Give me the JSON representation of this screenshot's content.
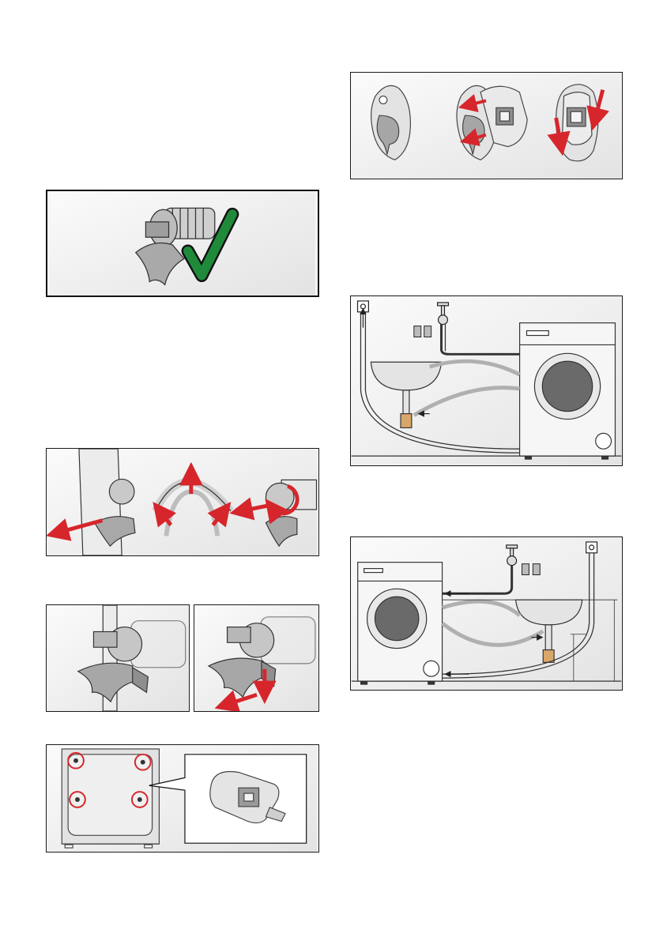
{
  "page": {
    "description_figures": [
      "filter-accepted",
      "drain-pump-removal",
      "filter-cover-open",
      "transport-bolt-caps",
      "cover-cap-fit",
      "connection-overview-sink-left",
      "connection-overview-sink-right"
    ]
  },
  "colors": {
    "accent_red": "#d6262c",
    "check_green": "#1f8a3a",
    "line": "#2a2a2a",
    "panel": "#f2f2f2"
  },
  "icons": [
    "checkmark-icon",
    "arrow-icon",
    "rotate-arrow-icon",
    "power-socket-icon",
    "water-tap-icon",
    "washing-machine-icon",
    "sink-icon"
  ]
}
